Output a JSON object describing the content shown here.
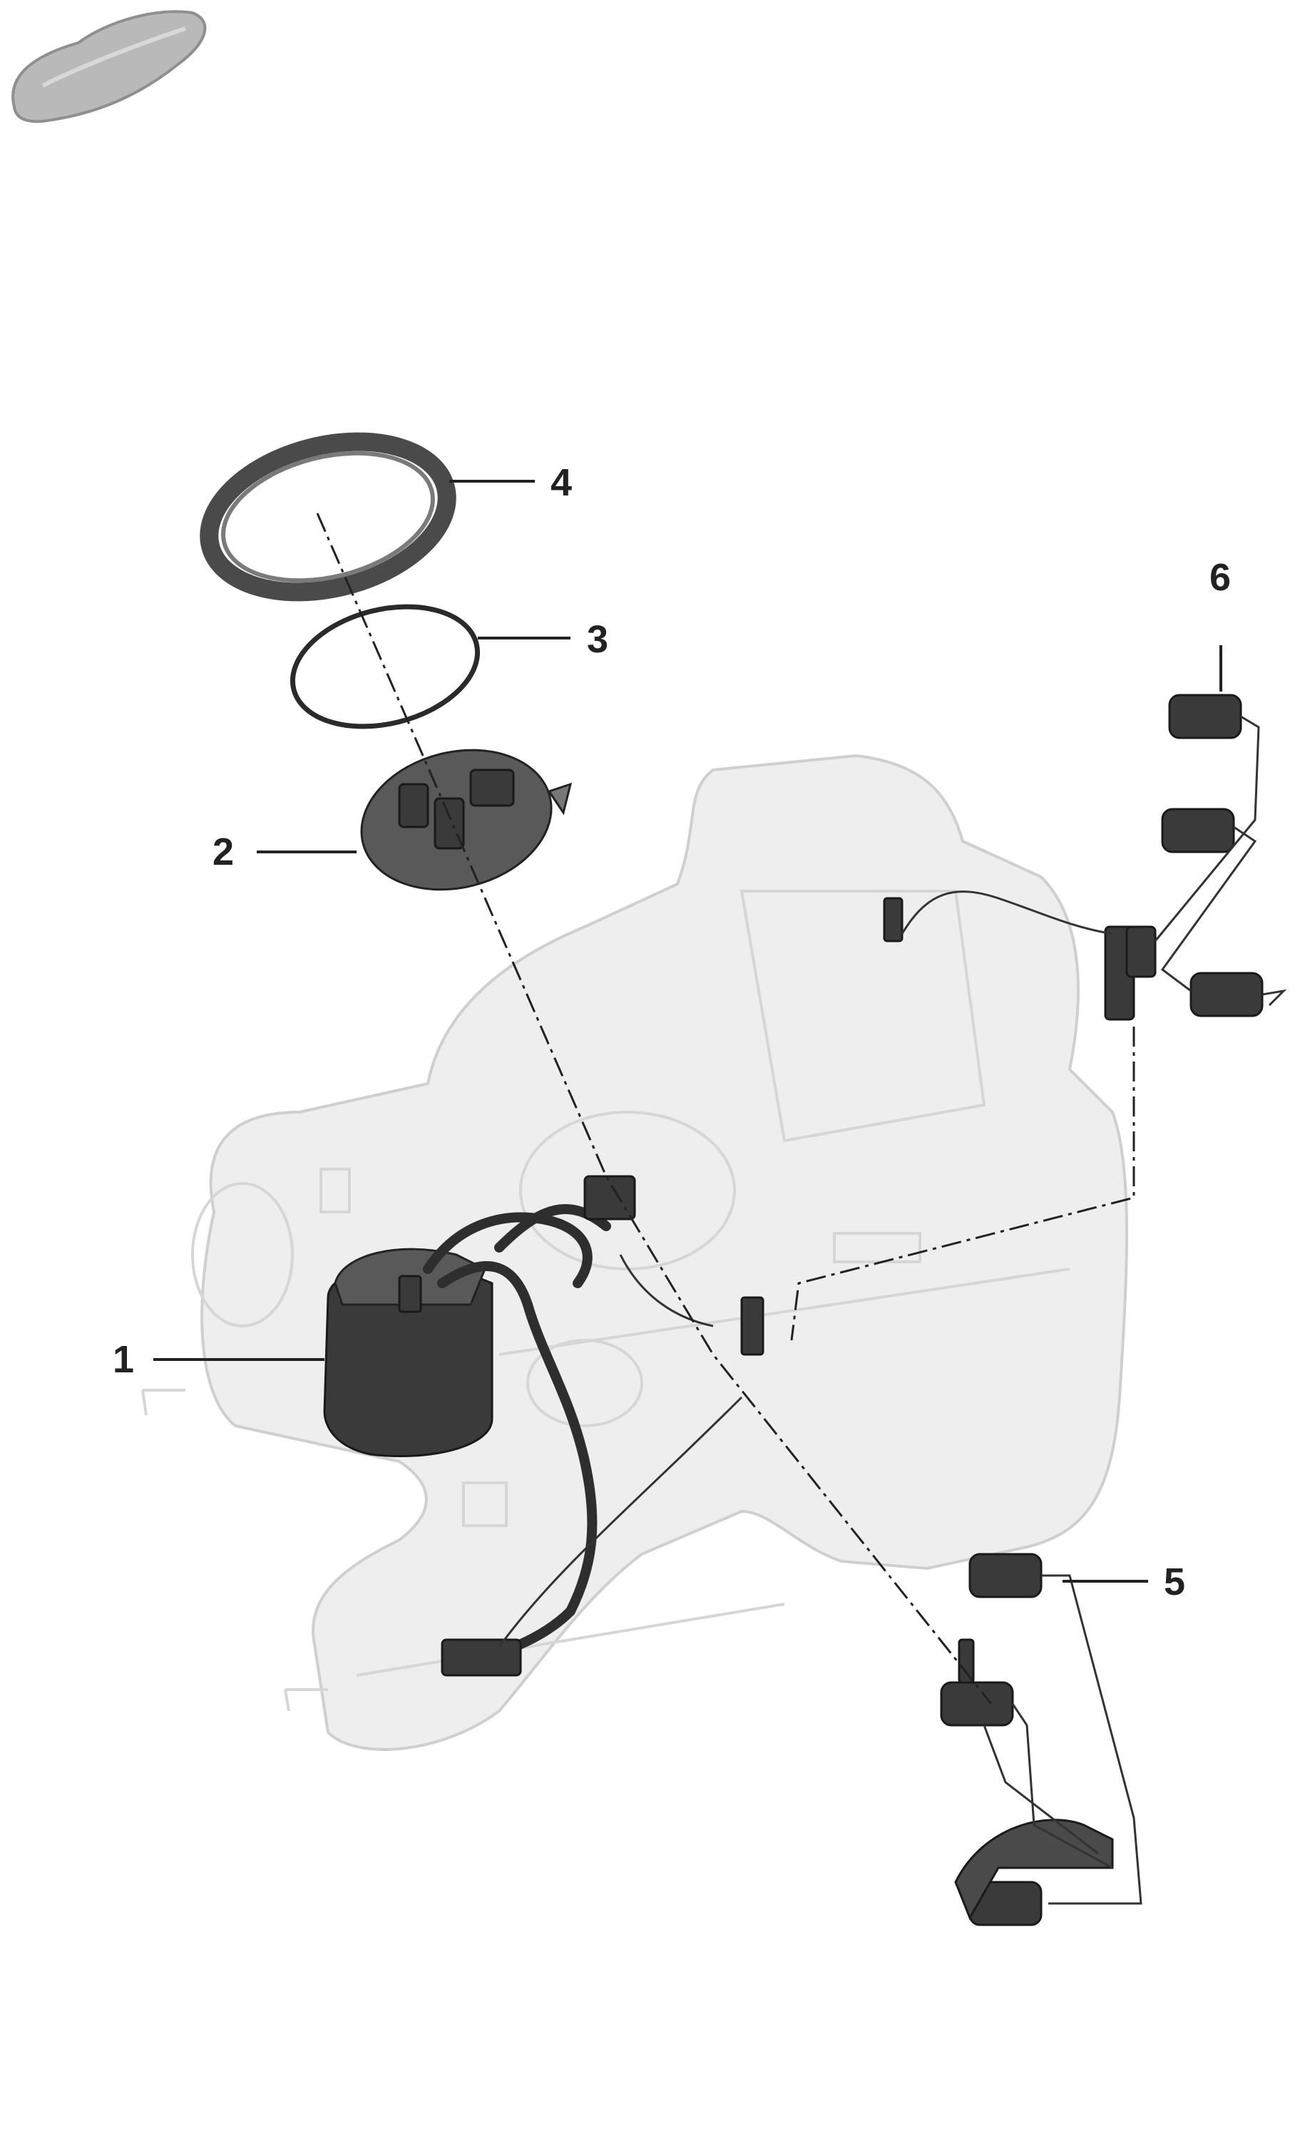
{
  "callouts": [
    {
      "id": "1",
      "label": "1"
    },
    {
      "id": "2",
      "label": "2"
    },
    {
      "id": "3",
      "label": "3"
    },
    {
      "id": "4",
      "label": "4"
    },
    {
      "id": "5",
      "label": "5"
    },
    {
      "id": "6",
      "label": "6"
    }
  ],
  "colors": {
    "part_dark": "#3a3a3a",
    "tank_ghost": "#eeeeee",
    "label_text": "#222222",
    "background": "#ffffff"
  },
  "icons": [
    "vehicle-silhouette-icon"
  ]
}
